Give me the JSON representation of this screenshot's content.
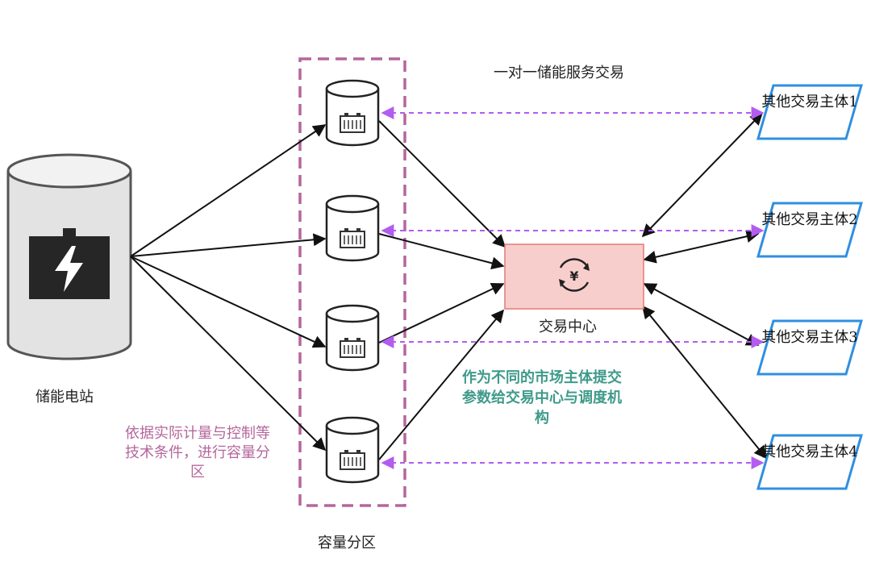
{
  "labels": {
    "top_title": "一对一储能服务交易",
    "station": "储能电站",
    "zone": "容量分区",
    "center": "交易中心",
    "note_partition": "依据实际计量与控制等技术条件，进行容量分区",
    "note_submit": "作为不同的市场主体提交参数给交易中心与调度机构"
  },
  "parties": [
    {
      "name": "其他交易主体1"
    },
    {
      "name": "其他交易主体2"
    },
    {
      "name": "其他交易主体3"
    },
    {
      "name": "其他交易主体4"
    }
  ],
  "colors": {
    "zone_border": "#b5669c",
    "center_fill": "#f8cecc",
    "center_border": "#e07a75",
    "party_border": "#2f8fe0",
    "dashed_link": "#b35cf0",
    "note_pink": "#b5669c",
    "note_teal": "#3f9a8a"
  },
  "icons": {
    "station": "battery-lightning-icon",
    "unit": "battery-icon",
    "center": "yuan-exchange-icon"
  }
}
